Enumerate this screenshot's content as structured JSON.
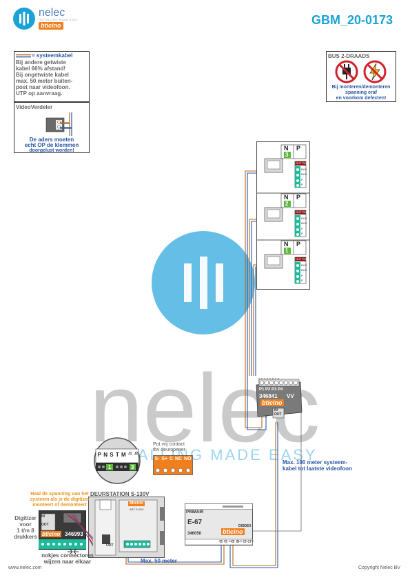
{
  "header": {
    "brand_name": "nelec",
    "brand_tagline": "INSTALLING MADE EASY",
    "brand_sub": "bticino",
    "doc_code": "GBM_20-0173"
  },
  "legend": {
    "cable_label": "= systeemkabel",
    "lines": [
      "Bij andere getwiste",
      "kabel 66% afstand!",
      "Bij ongetwiste kabel",
      "max. 50 meter buiten-",
      "post naar videofoon.",
      "UTP op aanvraag."
    ]
  },
  "bus_box": {
    "title": "BUS 2-DRAADS",
    "warning": [
      "Bij monteren/demonteren",
      "spanning eraf",
      "en voorkom defecten!"
    ]
  },
  "distributor_box": {
    "title": "VideoVerdeler",
    "note": [
      "De aders moeten",
      "echt OP de klemmen",
      "doorgelust worden!"
    ]
  },
  "monitors": [
    {
      "n": "N",
      "p": "P",
      "address": "3",
      "terminal": "OUT ON"
    },
    {
      "n": "N",
      "p": "P",
      "address": "2",
      "terminal": "OUT ON"
    },
    {
      "n": "N",
      "p": "P",
      "address": "1",
      "terminal": "OUT ON"
    }
  ],
  "monitor_terminals": [
    "BUS",
    "BUS",
    "P",
    "P"
  ],
  "splitter": {
    "ports": [
      "P1",
      "P2",
      "P3",
      "P4"
    ],
    "article": "346841",
    "vv": "VV",
    "brand": "bticino",
    "in": "IN",
    "out": "OUT"
  },
  "door_station": {
    "title": "DEURSTATION S-130V",
    "article": "ART.S130V",
    "brand": "bticino",
    "out": "OUT",
    "zoom_labels": [
      "P",
      "N",
      "S",
      "T",
      "M",
      "J1",
      "J2"
    ],
    "zoom_digits": [
      "1",
      "3"
    ],
    "contact_title": [
      "Pot.vrij contact",
      "tbv deuropener"
    ],
    "contact_terminals": [
      "S-",
      "S+",
      "C",
      "NC",
      "NO"
    ]
  },
  "digitizer": {
    "hint": [
      "Haal de spanning van het",
      "systeem als je de digitizer",
      "monteert of demonteert"
    ],
    "label": [
      "Digitizer",
      "voor",
      "1 t/m 8",
      "drukkers"
    ],
    "article": "346993",
    "brand": "bticino",
    "in": "IN",
    "out": "OUT",
    "note": [
      "nokjes connectoren",
      "wijzen naar elkaar"
    ]
  },
  "power_supply": {
    "primary": "PRIMAIR",
    "model": "E-67",
    "article": "346050",
    "brand": "bticino",
    "code": "D650EX",
    "terminals": [
      "PI",
      "PI",
      "BUS",
      "BUS",
      "P1",
      "P2"
    ]
  },
  "annotations": {
    "max100": [
      "Max. 100 meter systeem-",
      "kabel tot laatste videofoon"
    ],
    "max50": "Max. 50 meter"
  },
  "watermark": {
    "text": "nelec",
    "tagline": "INSTALLING MADE EASY"
  },
  "footer": {
    "left": "www.nelec.com",
    "right": "Copyright Nelec BV"
  },
  "colors": {
    "accent": "#1ba3d6",
    "cable_brown": "#b5651d",
    "cable_blue": "#2957a4",
    "terminal_green": "#1bbc9b",
    "address_green": "#5cb83a",
    "orange": "#f07f1e",
    "warning_red": "#d0212a"
  }
}
